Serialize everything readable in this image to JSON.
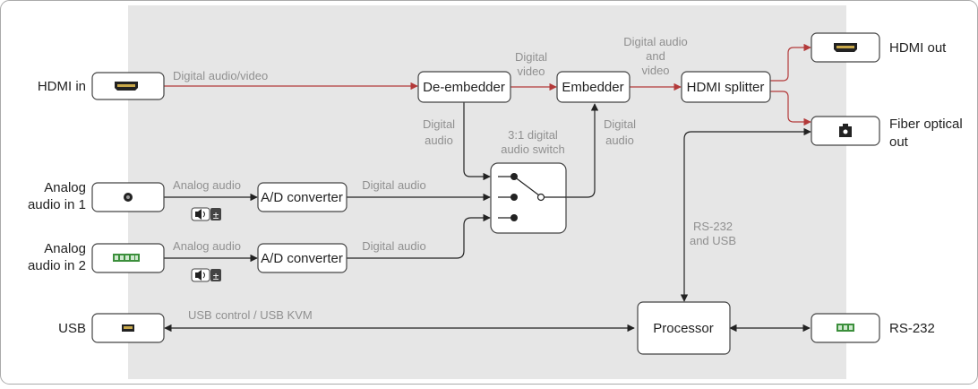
{
  "colors": {
    "digital_video_line": "#b33a3a",
    "signal_line": "#222222",
    "panel_fill": "#e6e6e6",
    "label_text": "#909090",
    "connector_green": "#3c8f3c"
  },
  "inputs": {
    "hdmi_in": "HDMI in",
    "analog_in_1_line1": "Analog",
    "analog_in_1_line2": "audio in 1",
    "analog_in_2_line1": "Analog",
    "analog_in_2_line2": "audio in 2",
    "usb": "USB"
  },
  "outputs": {
    "hdmi_out": "HDMI out",
    "fiber_line1": "Fiber optical",
    "fiber_line2": "out",
    "rs232": "RS-232"
  },
  "blocks": {
    "de_embedder": "De-embedder",
    "embedder": "Embedder",
    "hdmi_splitter": "HDMI splitter",
    "ad_converter_1": "A/D converter",
    "ad_converter_2": "A/D converter",
    "processor": "Processor"
  },
  "labels": {
    "digital_audio_video": "Digital audio/video",
    "digital_video_line1": "Digital",
    "digital_video_line2": "video",
    "digital_audio_and_video_line1": "Digital audio",
    "digital_audio_and_video_line2": "and",
    "digital_audio_and_video_line3": "video",
    "de_embedder_audio_line1": "Digital",
    "de_embedder_audio_line2": "audio",
    "switch_line1": "3:1 digital",
    "switch_line2": "audio switch",
    "switch_out_audio_line1": "Digital",
    "switch_out_audio_line2": "audio",
    "analog_audio_1": "Analog audio",
    "analog_audio_2": "Analog audio",
    "digital_audio_1": "Digital audio",
    "digital_audio_2": "Digital audio",
    "rs232_usb_line1": "RS-232",
    "rs232_usb_line2": "and USB",
    "usb_control": "USB control / USB KVM",
    "volume_sign_1": "±",
    "volume_sign_2": "±"
  },
  "icons": {
    "hdmi_in": "hdmi-connector-icon",
    "analog_in_1": "jack-connector-icon",
    "analog_in_2": "terminal-block-icon",
    "usb": "usb-connector-icon",
    "hdmi_out": "hdmi-connector-icon",
    "fiber_out": "fiber-connector-icon",
    "rs232": "terminal-block-icon",
    "volume_1": "speaker-volume-icon",
    "volume_2": "speaker-volume-icon"
  }
}
